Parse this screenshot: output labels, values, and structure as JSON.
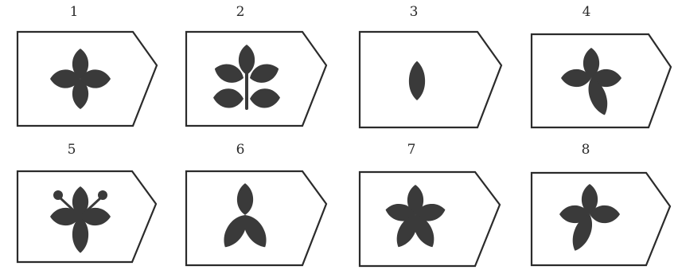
{
  "panels": [
    {
      "number": "1",
      "leaves": [
        "up",
        "down",
        "left",
        "right"
      ]
    },
    {
      "number": "2",
      "leaves": [
        "up",
        "up-left",
        "up-right",
        "down-left",
        "down-right"
      ]
    },
    {
      "number": "3",
      "leaves": [
        "single-up"
      ]
    },
    {
      "number": "4",
      "leaves": [
        "up",
        "left",
        "right",
        "down-right"
      ]
    },
    {
      "number": "5",
      "leaves": [
        "up",
        "down",
        "left",
        "right",
        "stamen-left",
        "stamen-right"
      ]
    },
    {
      "number": "6",
      "leaves": [
        "up",
        "down-left",
        "down-right"
      ]
    },
    {
      "number": "7",
      "leaves": [
        "up",
        "left",
        "right",
        "down-left",
        "down-right"
      ]
    },
    {
      "number": "8",
      "leaves": [
        "up",
        "left",
        "right",
        "down-left"
      ]
    }
  ]
}
